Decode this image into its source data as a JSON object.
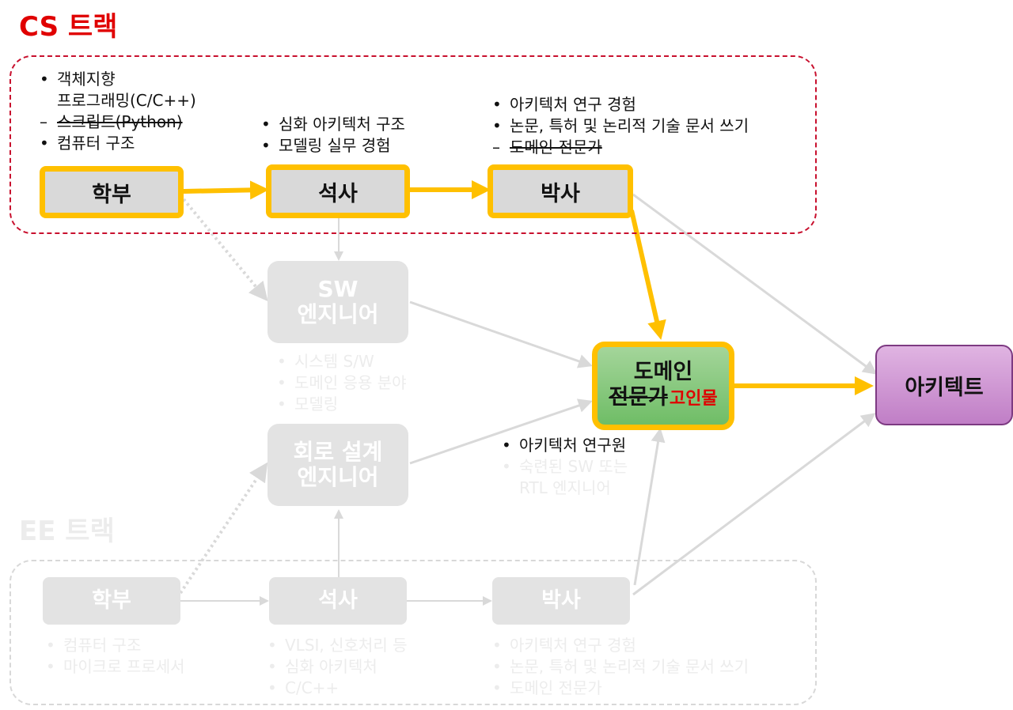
{
  "cs_track": {
    "title": "CS 트랙",
    "bachelor": {
      "label": "학부",
      "bullets": [
        {
          "text": "객체지향\n프로그래밍(C/C++)",
          "struck": false
        },
        {
          "text": "스크립트(Python)",
          "struck": true
        },
        {
          "text": "컴퓨터 구조",
          "struck": false
        }
      ]
    },
    "master": {
      "label": "석사",
      "bullets": [
        {
          "text": "심화 아키텍처 구조",
          "struck": false
        },
        {
          "text": "모델링 실무 경험",
          "struck": false
        }
      ]
    },
    "phd": {
      "label": "박사",
      "bullets": [
        {
          "text": "아키텍처 연구 경험",
          "struck": false
        },
        {
          "text": "논문, 특허 및 논리적 기술 문서 쓰기",
          "struck": false
        },
        {
          "text": "도메인 전문가",
          "struck": true
        }
      ]
    }
  },
  "sw_engineer": {
    "line1": "SW",
    "line2": "엔지니어",
    "bullets": [
      "시스템 S/W",
      "도메인 응용 분야",
      "모델링"
    ]
  },
  "circuit_engineer": {
    "line1": "회로 설계",
    "line2": "엔지니어"
  },
  "domain_expert": {
    "line1": "도메인",
    "line2_struck": "전문가",
    "replacement": "고인물",
    "bullets": [
      {
        "text": "아키텍처 연구원",
        "faded": false
      },
      {
        "text": "숙련된 SW 또는\nRTL 엔지니어",
        "faded": true
      }
    ]
  },
  "architect": {
    "label": "아키텍트"
  },
  "ee_track": {
    "title": "EE 트랙",
    "bachelor": {
      "label": "학부",
      "bullets": [
        "컴퓨터 구조",
        "마이크로 프로세서"
      ]
    },
    "master": {
      "label": "석사",
      "bullets": [
        "VLSI, 신호처리 등",
        "심화 아키텍처",
        "C/C++"
      ]
    },
    "phd": {
      "label": "박사",
      "bullets": [
        "아키텍처 연구 경험",
        "논문, 특허 및 논리적 기술 문서 쓰기",
        "도메인 전문가"
      ]
    }
  },
  "colors": {
    "cs_accent": "#e00000",
    "highlight_path": "#ffc000",
    "faded_path": "#d9d9d9",
    "domain_green": "#8ecb84",
    "architect_purple": "#cf96d3"
  }
}
